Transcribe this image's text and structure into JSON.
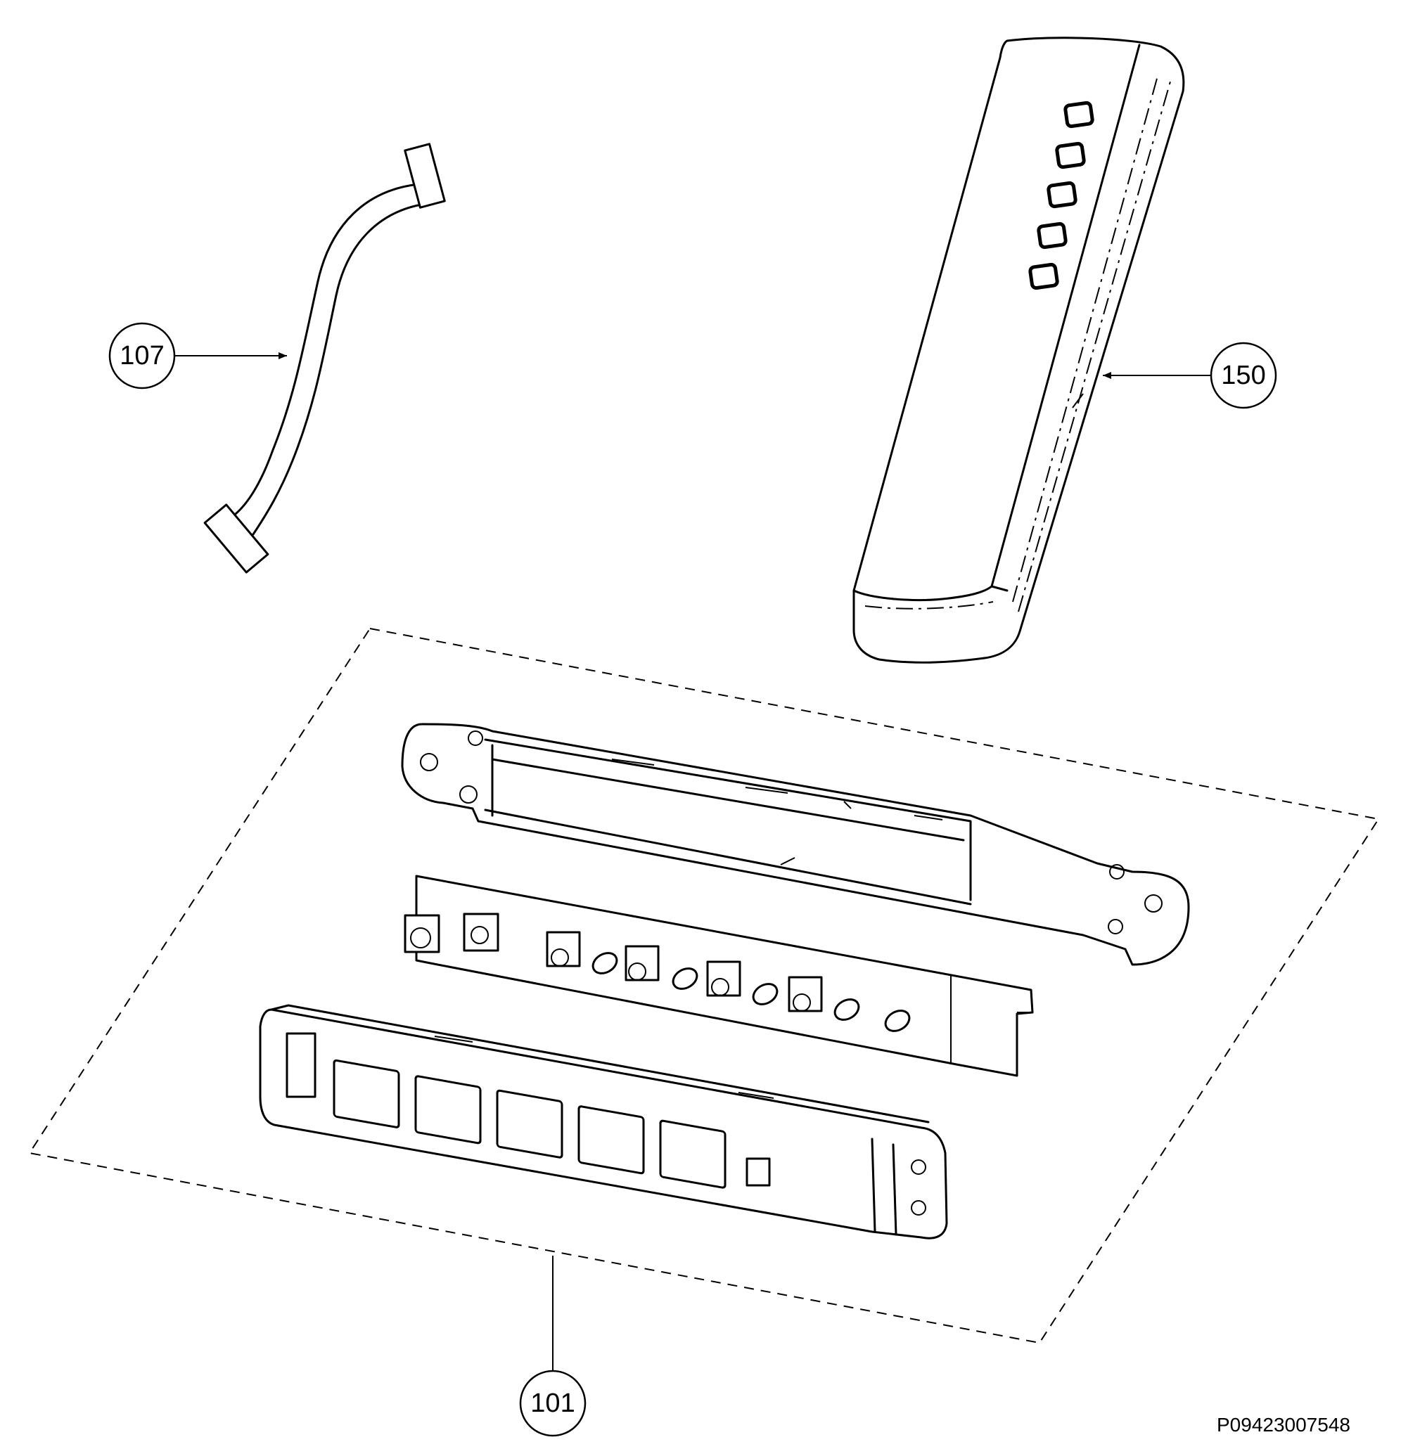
{
  "callouts": {
    "cable": "107",
    "remote": "150",
    "kit": "101"
  },
  "drawing_code": "P09423007548",
  "remote_button_count": 5,
  "panel_switch_count": 5
}
